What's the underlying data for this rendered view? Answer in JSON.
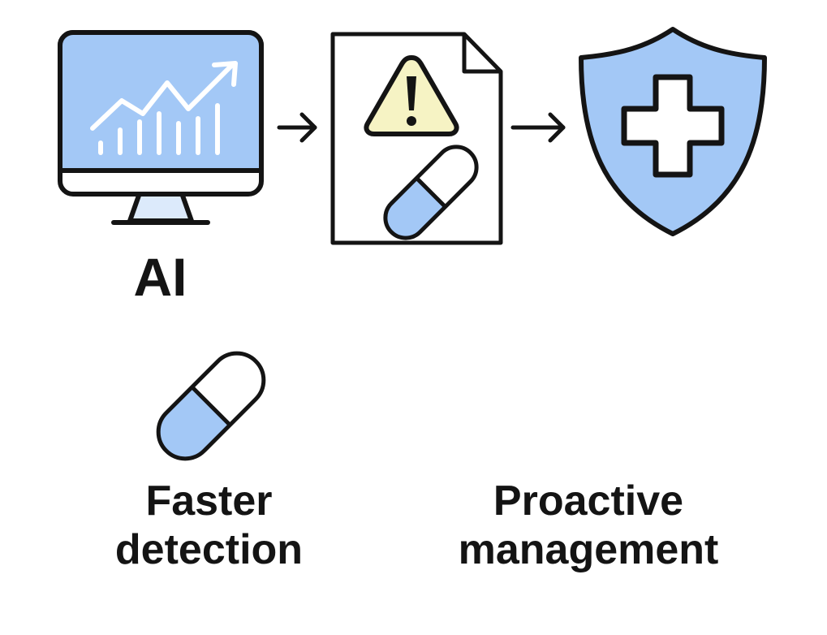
{
  "labels": {
    "ai": "AI",
    "faster_line1": "Faster",
    "faster_line2": "detection",
    "proactive_line1": "Proactive",
    "proactive_line2": "management"
  },
  "icons": {
    "monitor": "monitor-chart-icon",
    "report": "warning-document-icon",
    "shield": "shield-cross-icon",
    "capsule": "capsule-icon",
    "arrow": "arrow-right-icon"
  },
  "colors": {
    "stroke": "#141414",
    "blue": "#a3c8f6",
    "light_blue": "#dceafb",
    "warning_yellow": "#f6f3c4",
    "white": "#ffffff"
  }
}
